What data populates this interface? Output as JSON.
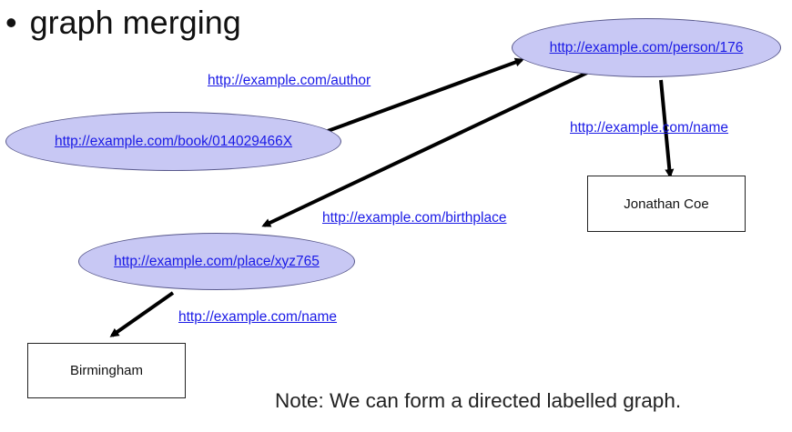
{
  "bullet": {
    "symbol": "•",
    "text": "graph merging"
  },
  "nodes": {
    "book": "http://example.com/book/014029466X",
    "person": "http://example.com/person/176",
    "place": "http://example.com/place/xyz765",
    "jonathan": "Jonathan Coe",
    "birmingham": "Birmingham"
  },
  "edges": {
    "author": "http://example.com/author",
    "person_name": "http://example.com/name",
    "birthplace": "http://example.com/birthplace",
    "place_name": "http://example.com/name"
  },
  "note": "Note: We can form a directed labelled graph.",
  "colors": {
    "node_fill": "#c8c8f4",
    "link": "#1a1ae6",
    "arrow": "#000000"
  }
}
